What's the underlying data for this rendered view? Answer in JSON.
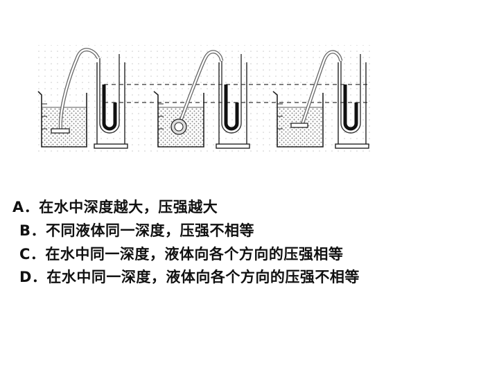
{
  "question": {
    "options": [
      {
        "letter": "A",
        "text": "A．在水中深度越大，压强越大"
      },
      {
        "letter": "B",
        "text": "B．不同液体同一深度，压强不相等"
      },
      {
        "letter": "C",
        "text": "C．在水中同一深度，液体向各个方向的压强相等"
      },
      {
        "letter": "D",
        "text": "D．在水中同一深度，液体向各个方向的压强不相等"
      }
    ]
  },
  "figure": {
    "setups": [
      {
        "probe_orientation": "facing-up"
      },
      {
        "probe_orientation": "facing-side"
      },
      {
        "probe_orientation": "facing-down"
      }
    ],
    "reference_lines": 2,
    "colors": {
      "liquid_dots": "#8a8a8a",
      "manometer_liquid": "#111111",
      "grid_dots": "#c8c8c8"
    }
  }
}
